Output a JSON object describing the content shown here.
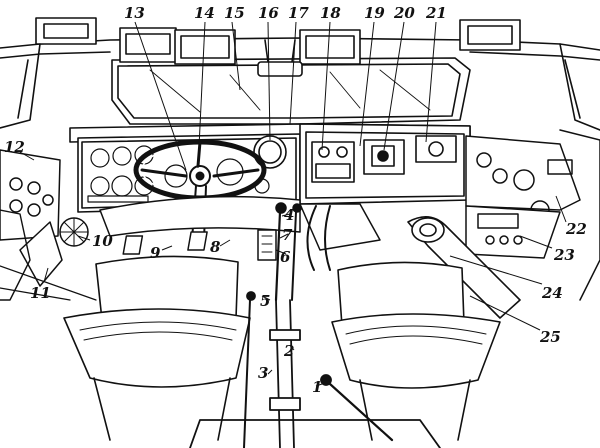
{
  "callouts": [
    {
      "id": "1",
      "text": "1"
    },
    {
      "id": "2",
      "text": "2"
    },
    {
      "id": "3",
      "text": "3"
    },
    {
      "id": "4",
      "text": "4"
    },
    {
      "id": "5",
      "text": "5"
    },
    {
      "id": "6",
      "text": "6"
    },
    {
      "id": "7",
      "text": "7"
    },
    {
      "id": "8",
      "text": "8"
    },
    {
      "id": "9",
      "text": "9"
    },
    {
      "id": "10",
      "text": "10"
    },
    {
      "id": "11",
      "text": "11"
    },
    {
      "id": "12",
      "text": "12"
    },
    {
      "id": "13",
      "text": "13"
    },
    {
      "id": "14",
      "text": "14"
    },
    {
      "id": "15",
      "text": "15"
    },
    {
      "id": "16",
      "text": "16"
    },
    {
      "id": "17",
      "text": "17"
    },
    {
      "id": "18",
      "text": "18"
    },
    {
      "id": "19",
      "text": "19"
    },
    {
      "id": "20",
      "text": "20"
    },
    {
      "id": "21",
      "text": "21"
    },
    {
      "id": "22",
      "text": "22"
    },
    {
      "id": "23",
      "text": "23"
    },
    {
      "id": "24",
      "text": "24"
    },
    {
      "id": "25",
      "text": "25"
    }
  ],
  "colors": {
    "ink": "#111111",
    "paper": "#ffffff"
  }
}
